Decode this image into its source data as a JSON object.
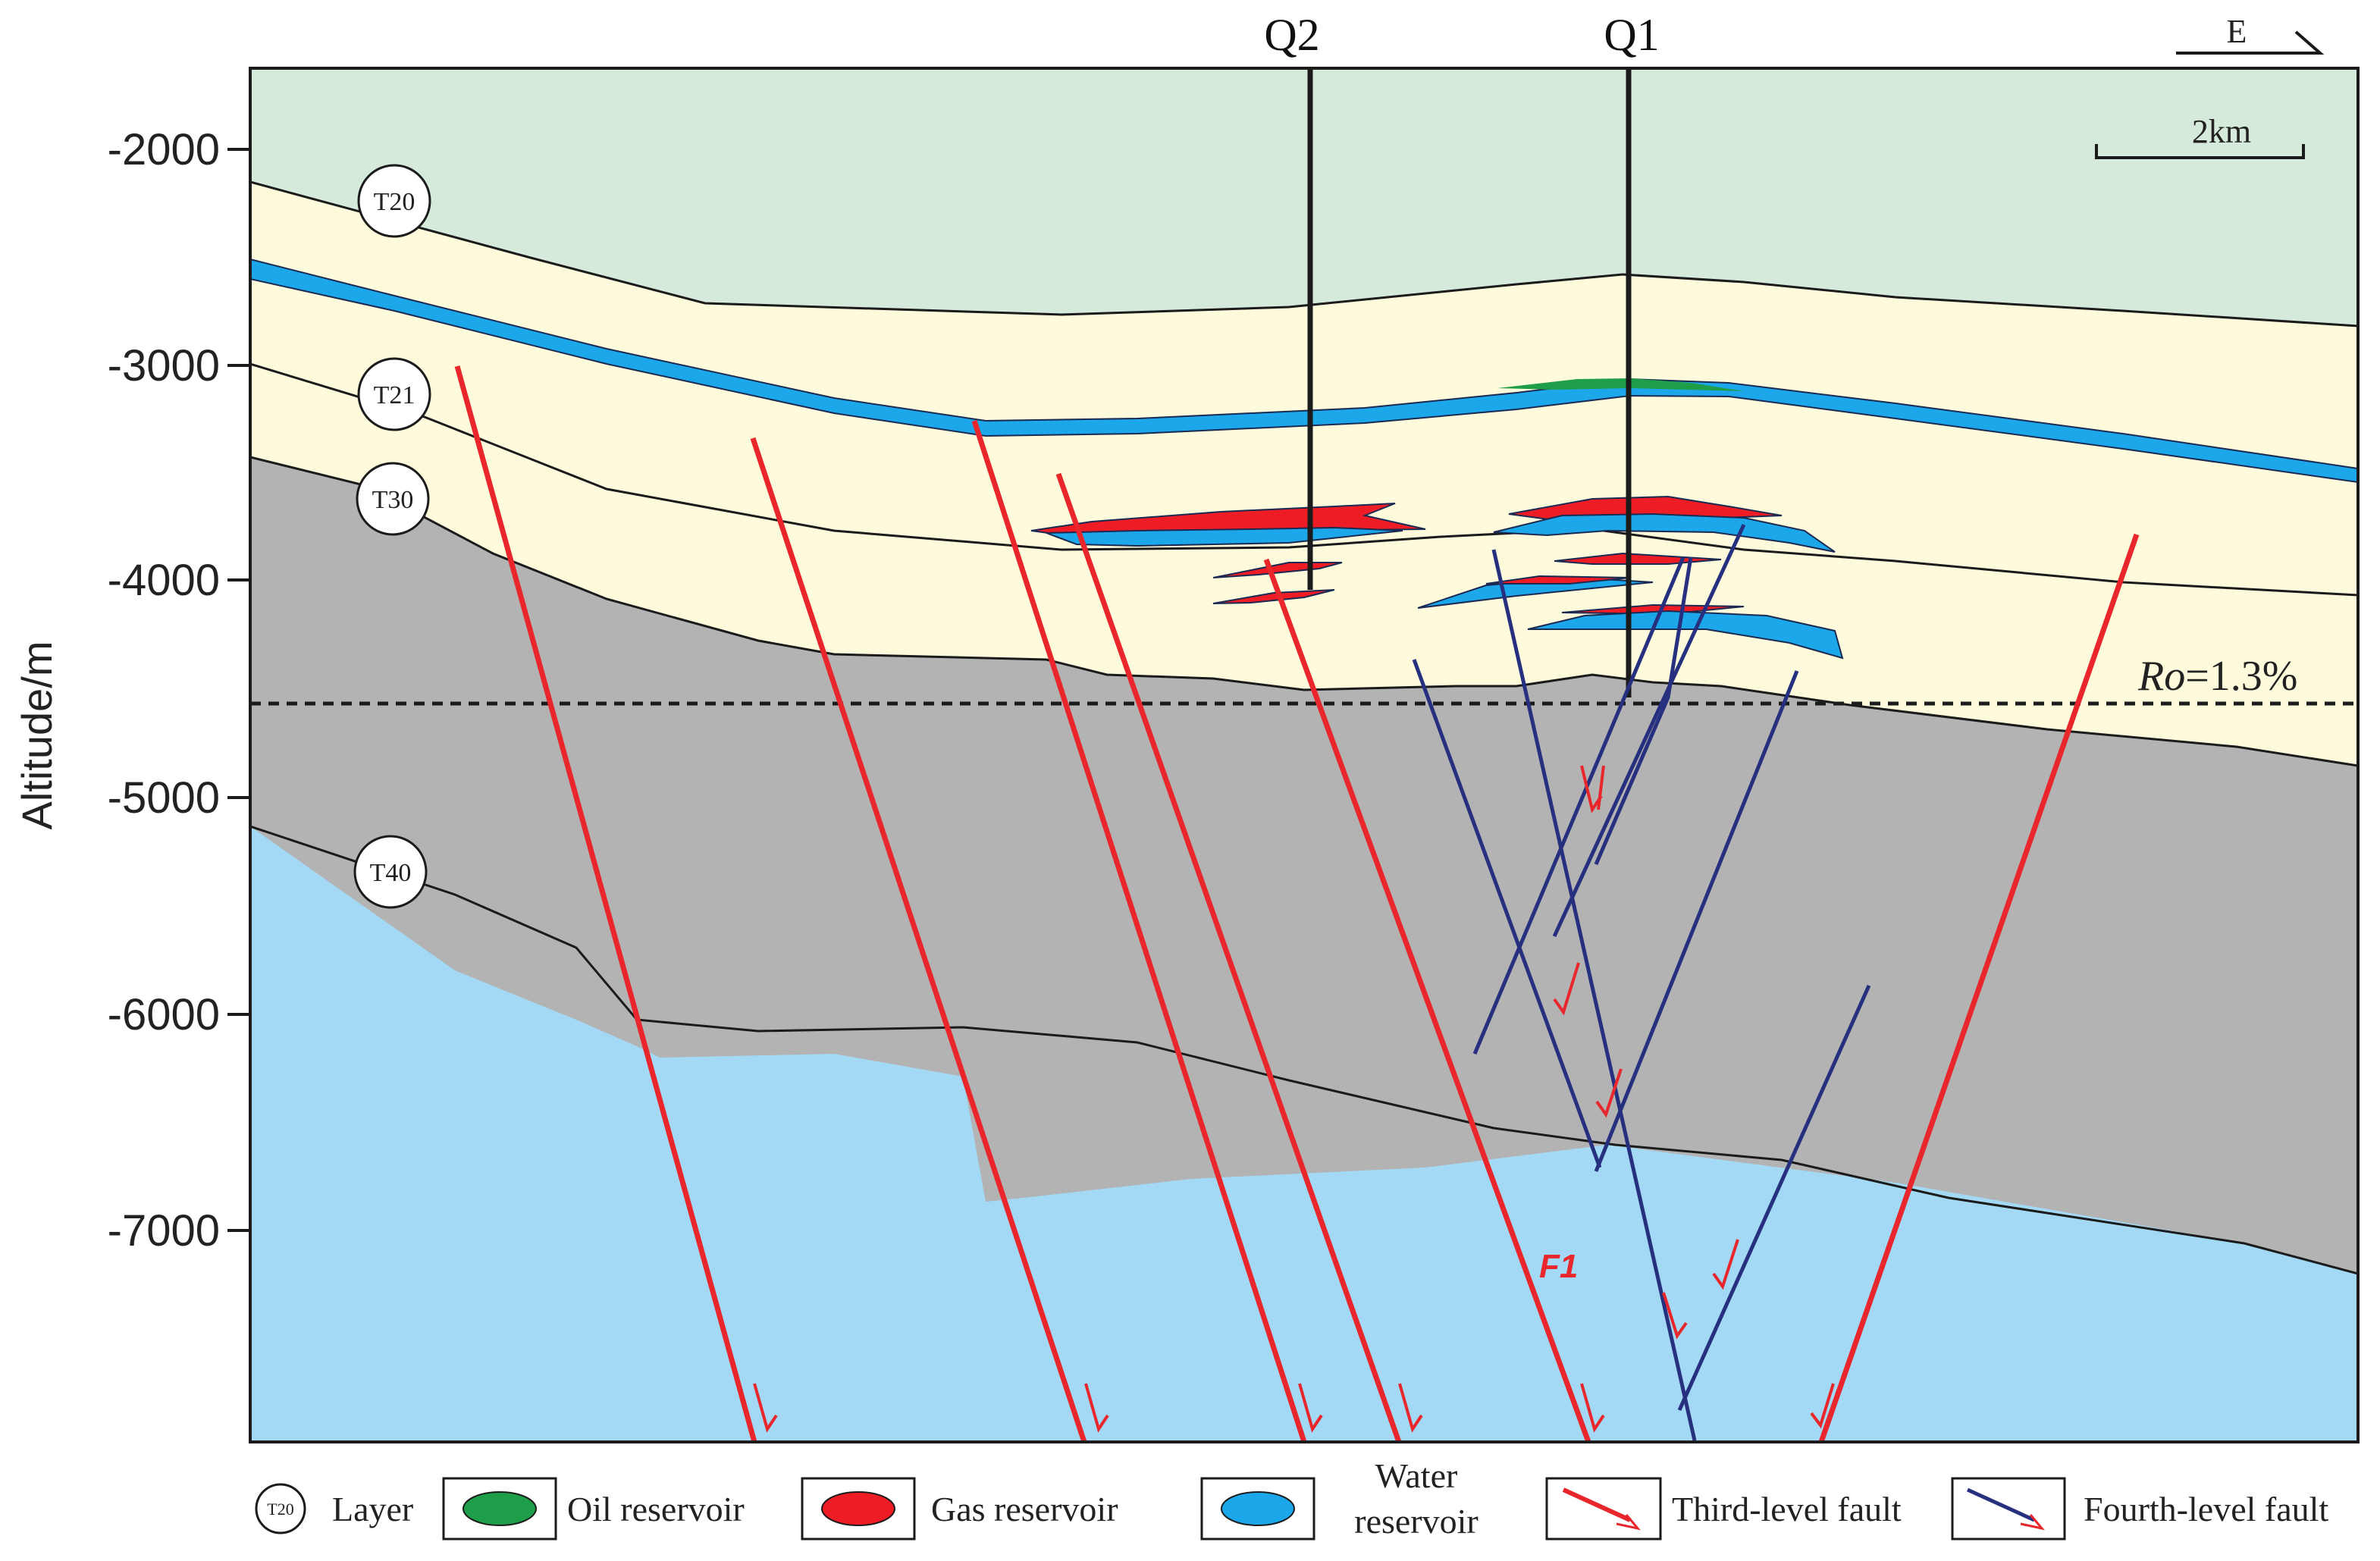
{
  "figure": {
    "y_axis_label": "Altitude/m",
    "y_ticks": [
      "-2000",
      "-3000",
      "-4000",
      "-5000",
      "-6000",
      "-7000"
    ],
    "wells": [
      "Q2",
      "Q1"
    ],
    "layers": [
      "T20",
      "T21",
      "T30",
      "T40"
    ],
    "ro_line": {
      "symbol": "Ro",
      "text": "=1.3%"
    },
    "fault_label": "F1",
    "direction": "E",
    "scale": "2km",
    "colors": {
      "upper_stratum": "#d6eadb",
      "yellow_stratum": "#fefbdc",
      "gray_stratum": "#b3b3b3",
      "basement": "#a3d9f4",
      "water": "#1ba7ea",
      "gas": "#ee1c24",
      "oil": "#1e9e48",
      "third_level_fault": "#e8262b",
      "fourth_level_fault": "#27307f"
    }
  },
  "legend": {
    "layer_badge": "T20",
    "layer": "Layer",
    "oil": "Oil reservoir",
    "gas": "Gas  reservoir",
    "water_1": "Water",
    "water_2": "reservoir",
    "third_fault": "Third-level  fault",
    "fourth_fault": "Fourth-level fault"
  }
}
